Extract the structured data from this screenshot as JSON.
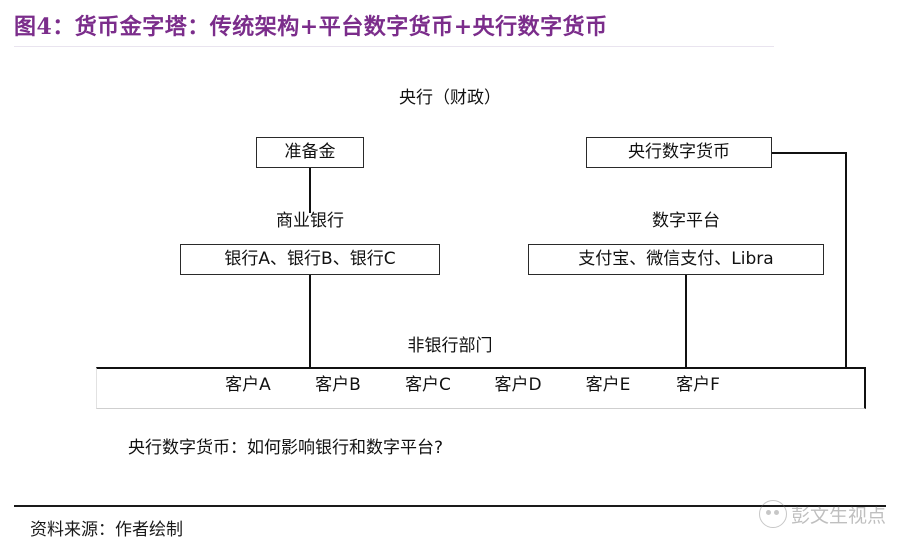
{
  "colors": {
    "title_purple": "#7B2D8B",
    "line_black": "#111111",
    "text_black": "#111111",
    "watermark_gray": "#5A5A5A"
  },
  "header": {
    "title": "图4：货币金字塔：传统架构+平台数字货币+央行数字货币"
  },
  "diagram": {
    "top_node": {
      "label": "央行（财政）"
    },
    "tier1": [
      {
        "label": "准备金",
        "side": "left"
      },
      {
        "label": "央行数字货币",
        "side": "right"
      }
    ],
    "tier2": [
      {
        "label": "商业银行",
        "box": "银行A、银行B、银行C"
      },
      {
        "label": "数字平台",
        "box": "支付宝、微信支付、Libra"
      }
    ],
    "tier3": {
      "label": "非银行部门",
      "customers": [
        "客户A",
        "客户B",
        "客户C",
        "客户D",
        "客户E",
        "客户F"
      ]
    },
    "caption": "央行数字货币：如何影响银行和数字平台?"
  },
  "footer": {
    "source": "资料来源：作者绘制",
    "watermark": "彭文生视点"
  }
}
